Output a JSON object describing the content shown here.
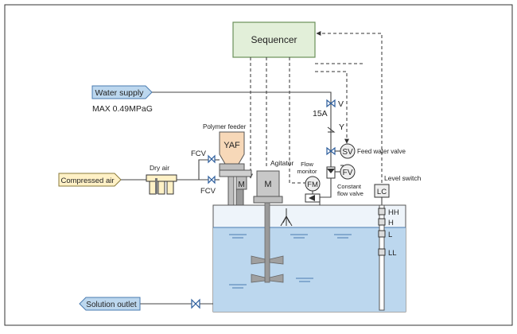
{
  "labels": {
    "sequencer": "Sequencer",
    "water_supply": "Water supply",
    "max_pressure": "MAX 0.49MPaG",
    "compressed_air": "Compressed air",
    "dry_air": "Dry air",
    "fcv_top": "FCV",
    "fcv_bottom": "FCV",
    "polymer_feeder": "Polymer feeder",
    "yaf": "YAF",
    "m_feeder": "M",
    "m_agitator": "M",
    "agitator": "Agitator",
    "flow_monitor_1": "Flow",
    "flow_monitor_2": "monitor",
    "fm": "FM",
    "sv": "SV",
    "fv": "FV",
    "valve_v": "V",
    "size_15a": "15A",
    "strainer_y": "Y",
    "feed_water_valve": "Feed water valve",
    "constant_flow_1": "Constant",
    "constant_flow_2": "flow valve",
    "level_switch": "Level switch",
    "lc": "LC",
    "hh": "HH",
    "h": "H",
    "l": "L",
    "ll": "LL",
    "solution_outlet": "Solution outlet"
  },
  "colors": {
    "sequencer_fill": "#e2efd9",
    "sequencer_stroke": "#6a8f5a",
    "water_fill": "#bcd7ee",
    "water_stroke": "#4a7bb0",
    "tank_fill": "#dbe9f5",
    "tag_fill": "#fff1c6",
    "feeder_fill": "#f7d8b8",
    "machine_fill": "#bfbfbf"
  }
}
